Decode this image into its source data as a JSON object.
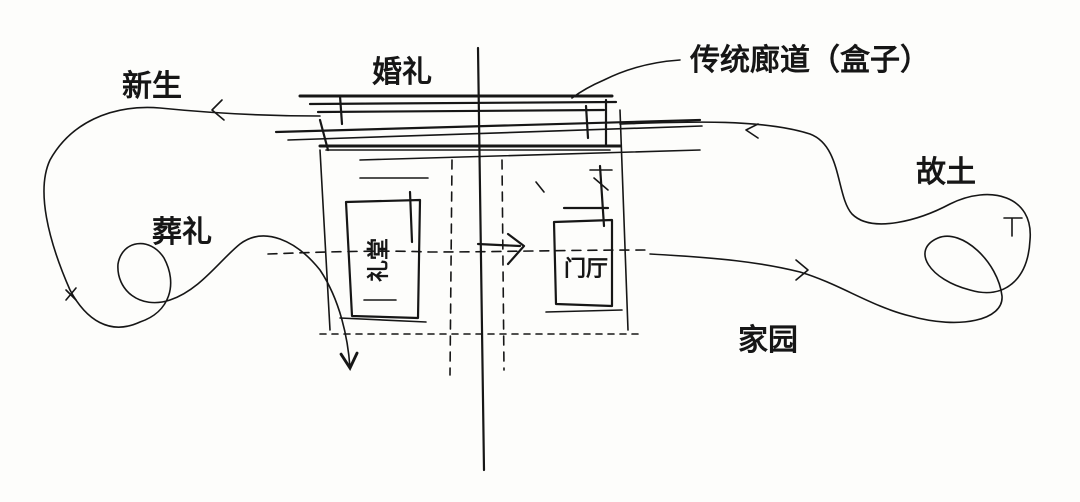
{
  "labels": {
    "birth": "新生",
    "funeral": "葬礼",
    "wedding": "婚礼",
    "returning_home": "故土",
    "homeland": "家园",
    "ceremony_room": "礼堂",
    "hall": "门厅",
    "corridor_note": "传统廊道（盒子）"
  },
  "colors": {
    "ink": "#161616",
    "paper": "#fdfdfb"
  }
}
